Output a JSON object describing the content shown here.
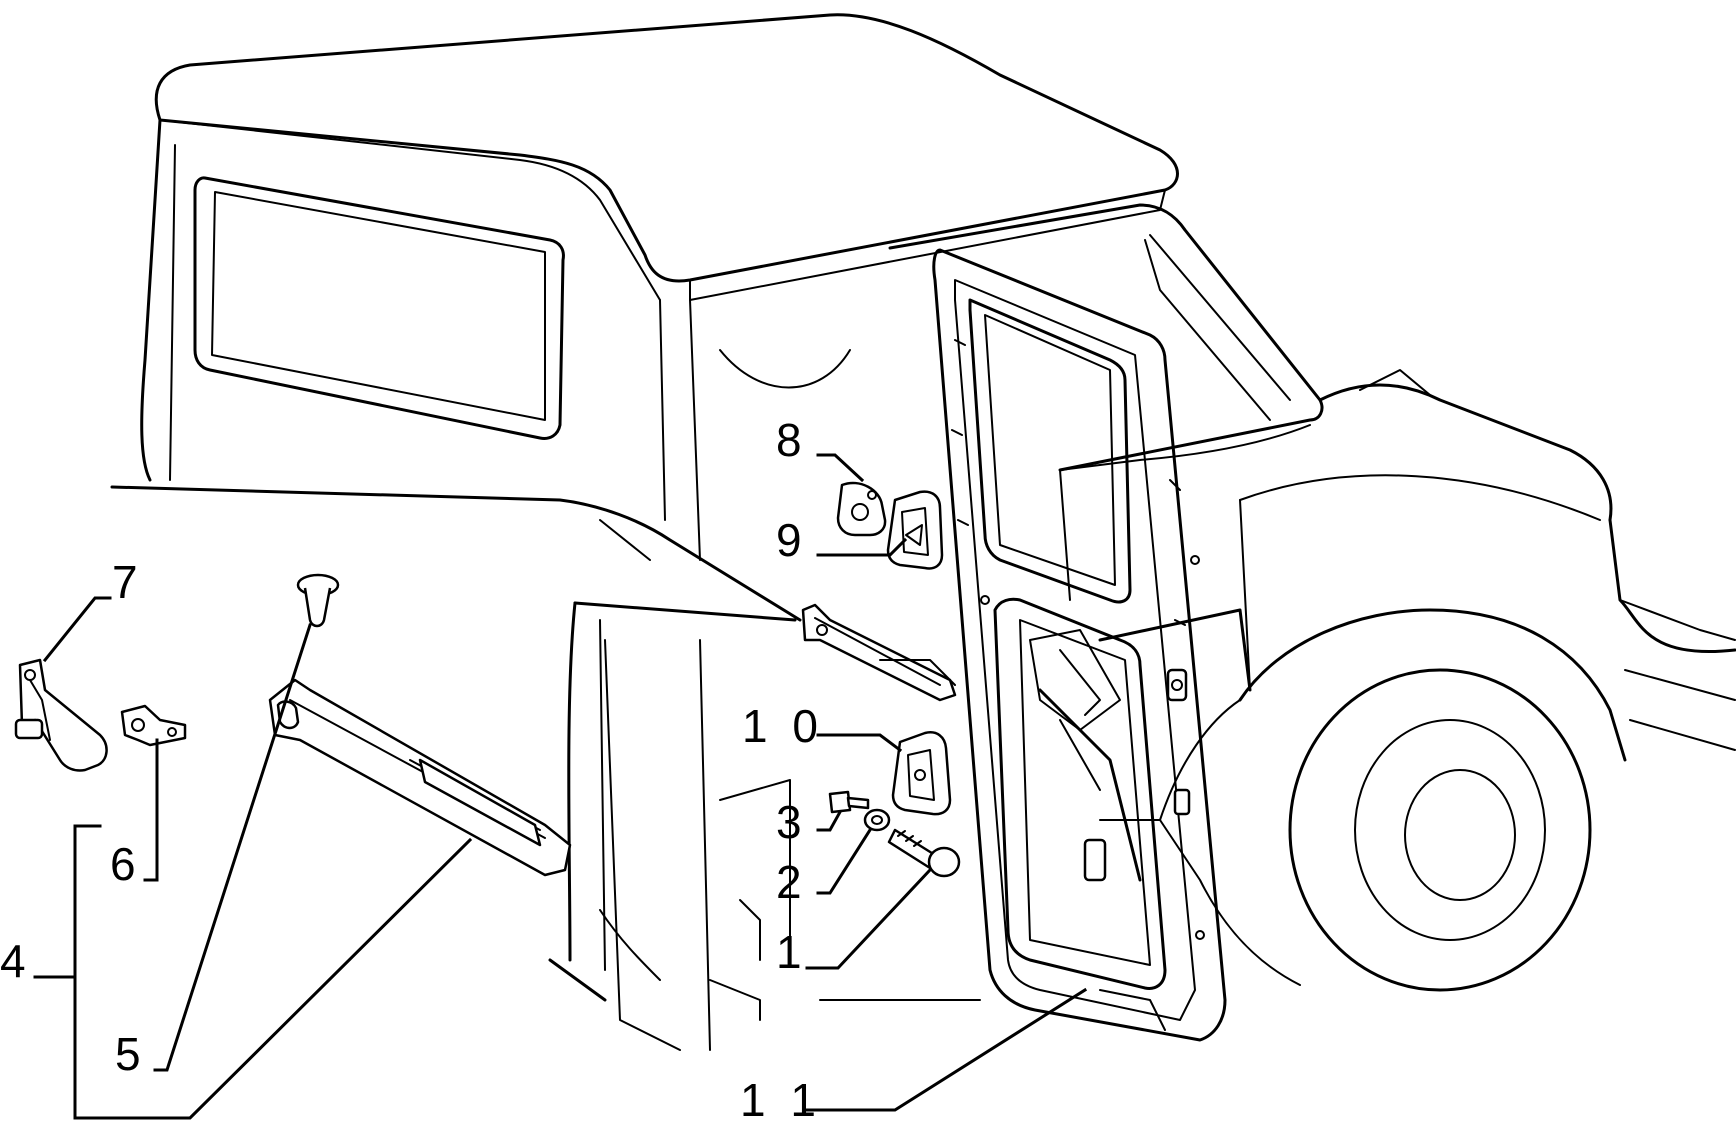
{
  "callouts": {
    "c1": "1",
    "c2": "2",
    "c3": "3",
    "c4": "4",
    "c5": "5",
    "c6": "6",
    "c7": "7",
    "c8": "8",
    "c9": "9",
    "c10": "1 0",
    "c11": "1 1"
  }
}
